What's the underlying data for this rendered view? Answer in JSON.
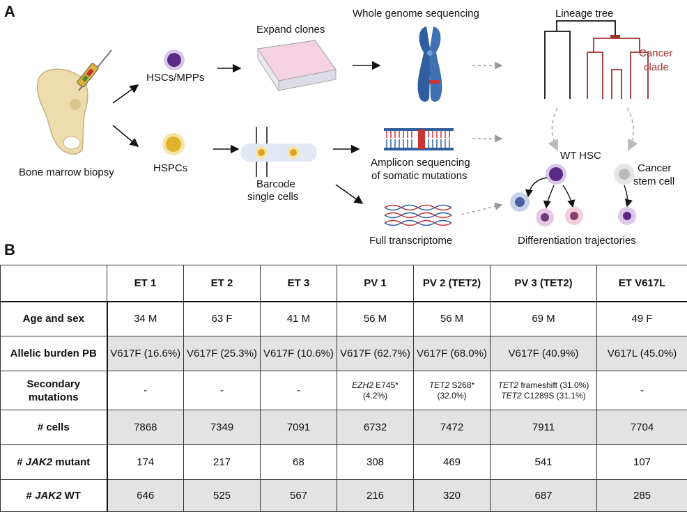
{
  "panel_a": {
    "label": "A",
    "bone_marrow": "Bone marrow biopsy",
    "hsc_mpp": "HSCs/MPPs",
    "hspcs": "HSPCs",
    "expand_clones": "Expand clones",
    "wgs": "Whole genome sequencing",
    "barcode_1": "Barcode",
    "barcode_2": "single cells",
    "amplicon_1": "Amplicon sequencing",
    "amplicon_2": "of somatic mutations",
    "full_tx": "Full transcriptome",
    "lineage_tree": "Lineage tree",
    "cancer_clade_1": "Cancer",
    "cancer_clade_2": "clade",
    "wt_hsc": "WT HSC",
    "cancer_stem_1": "Cancer",
    "cancer_stem_2": "stem cell",
    "differentiation": "Differentiation trajectories",
    "colors": {
      "cancer": "#a0302e",
      "hsc": "#5b2a86",
      "hspc": "#e1b22c",
      "chromosome": "#2f5f9e"
    }
  },
  "panel_b": {
    "label": "B",
    "columns": [
      "",
      "ET 1",
      "ET 2",
      "ET 3",
      "PV 1",
      "PV 2 (TET2)",
      "PV 3 (TET2)",
      "ET V617L"
    ],
    "rows": {
      "age": {
        "label": "Age and sex",
        "values": [
          "34 M",
          "63 F",
          "41 M",
          "56 M",
          "56 M",
          "69 M",
          "49 F"
        ]
      },
      "allelic": {
        "label": "Allelic burden PB",
        "values": [
          "V617F (16.6%)",
          "V617F (25.3%)",
          "V617F (10.6%)",
          "V617F (62.7%)",
          "V617F (68.0%)",
          "V617F (40.9%)",
          "V617L (45.0%)"
        ]
      },
      "secondary": {
        "label_1": "Secondary",
        "label_2": "mutations",
        "dash": "-",
        "pv1": {
          "gene": "EZH2",
          "mut": " E745*",
          "pct": "(4.2%)"
        },
        "pv2": {
          "gene": "TET2",
          "mut": " S268*",
          "pct": "(32.0%)"
        },
        "pv3": {
          "gene1": "TET2",
          "mut1": " frameshift (31.0%)",
          "gene2": "TET2",
          "mut2": " C1289S (31.1%)"
        }
      },
      "cells": {
        "label": "# cells",
        "values": [
          "7868",
          "7349",
          "7091",
          "6732",
          "7472",
          "7911",
          "7704"
        ]
      },
      "mutant": {
        "label_pre": "# ",
        "label_gene": "JAK2",
        "label_post": " mutant",
        "values": [
          "174",
          "217",
          "68",
          "308",
          "469",
          "541",
          "107"
        ]
      },
      "wt": {
        "label_pre": "# ",
        "label_gene": "JAK2",
        "label_post": " WT",
        "values": [
          "646",
          "525",
          "567",
          "216",
          "320",
          "687",
          "285"
        ]
      }
    }
  }
}
